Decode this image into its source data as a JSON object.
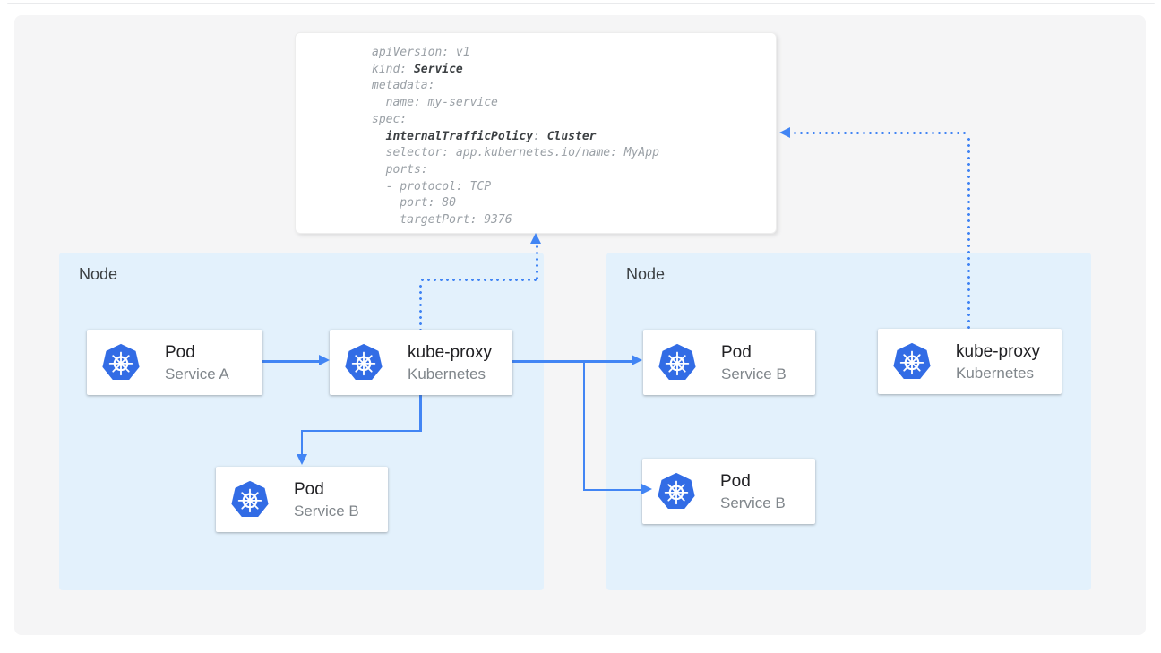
{
  "colors": {
    "accent_blue": "#4285F4",
    "kubernetes_blue": "#326CE5",
    "node_background": "#E3F1FC",
    "panel_background": "#F5F5F6",
    "code_text": "#9AA0A6",
    "code_bold_text": "#3C4043"
  },
  "code_card": {
    "lines": [
      [
        {
          "text": "apiVersion: v1",
          "bold": false
        }
      ],
      [
        {
          "text": "kind: ",
          "bold": false
        },
        {
          "text": "Service",
          "bold": true
        }
      ],
      [
        {
          "text": "metadata:",
          "bold": false
        }
      ],
      [
        {
          "text": "  name: my-service",
          "bold": false
        }
      ],
      [
        {
          "text": "spec:",
          "bold": false
        }
      ],
      [
        {
          "text": "  ",
          "bold": false
        },
        {
          "text": "internalTrafficPolicy",
          "bold": true
        },
        {
          "text": ": ",
          "bold": false
        },
        {
          "text": "Cluster",
          "bold": true
        }
      ],
      [
        {
          "text": "  selector: app.kubernetes.io/name: MyApp",
          "bold": false
        }
      ],
      [
        {
          "text": "  ports:",
          "bold": false
        }
      ],
      [
        {
          "text": "  - protocol: TCP",
          "bold": false
        }
      ],
      [
        {
          "text": "    port: 80",
          "bold": false
        }
      ],
      [
        {
          "text": "    targetPort: 9376",
          "bold": false
        }
      ]
    ]
  },
  "nodes": [
    {
      "label": "Node",
      "cards": [
        {
          "title": "Pod",
          "subtitle": "Service A",
          "icon": "kubernetes-icon"
        },
        {
          "title": "kube-proxy",
          "subtitle": "Kubernetes",
          "icon": "kubernetes-icon"
        },
        {
          "title": "Pod",
          "subtitle": "Service B",
          "icon": "kubernetes-icon"
        }
      ]
    },
    {
      "label": "Node",
      "cards": [
        {
          "title": "Pod",
          "subtitle": "Service B",
          "icon": "kubernetes-icon"
        },
        {
          "title": "kube-proxy",
          "subtitle": "Kubernetes",
          "icon": "kubernetes-icon"
        },
        {
          "title": "Pod",
          "subtitle": "Service B",
          "icon": "kubernetes-icon"
        }
      ]
    }
  ],
  "edges": [
    {
      "from": "pod-service-a-node1",
      "to": "kube-proxy-node1",
      "style": "solid"
    },
    {
      "from": "kube-proxy-node1",
      "to": "pod-service-b-node1",
      "style": "solid"
    },
    {
      "from": "kube-proxy-node1",
      "to": "pod-service-b-node2-top",
      "style": "solid"
    },
    {
      "from": "kube-proxy-node1",
      "to": "pod-service-b-node2-bottom",
      "style": "solid"
    },
    {
      "from": "kube-proxy-node1",
      "to": "service-yaml-card",
      "style": "dotted"
    },
    {
      "from": "kube-proxy-node2",
      "to": "service-yaml-card",
      "style": "dotted"
    }
  ]
}
